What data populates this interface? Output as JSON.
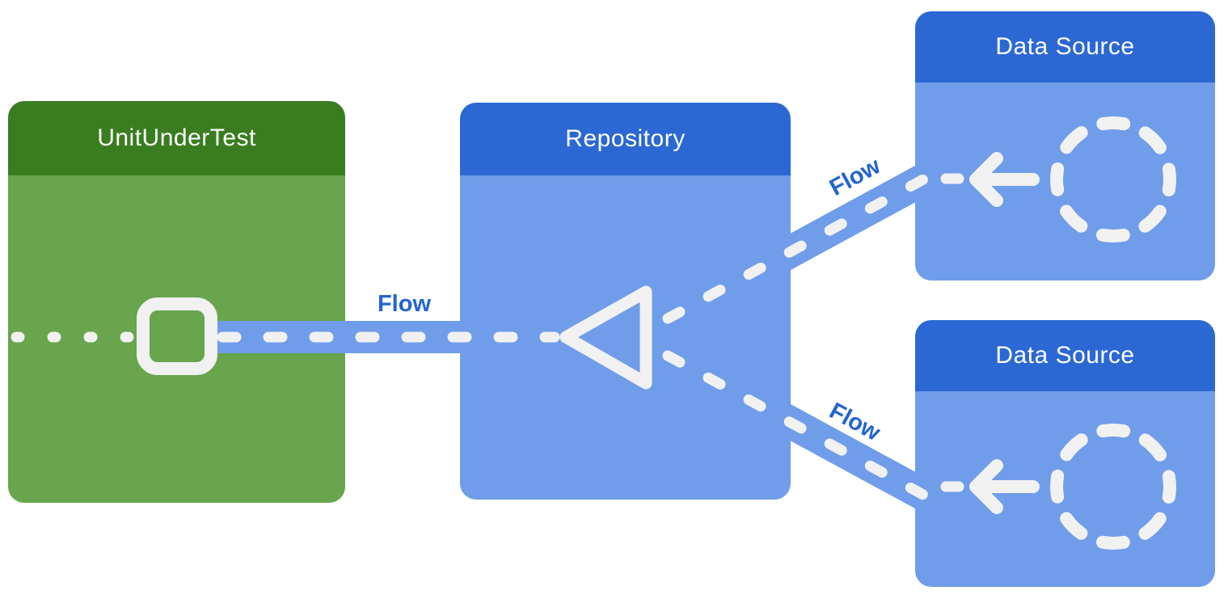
{
  "colors": {
    "green_header": "#3A7D21",
    "green_body": "#68A54D",
    "blue_header": "#2B68D3",
    "blue_body": "#709DE9",
    "flow_band": "#709DE9",
    "dash_white": "#F1F1F1",
    "flow_label_blue": "#2264D2",
    "background": "#FFFFFF",
    "header_text": "#FFFFFF"
  },
  "boxes": {
    "unit_under_test": {
      "label": "UnitUnderTest"
    },
    "repository": {
      "label": "Repository"
    },
    "data_source_top": {
      "label": "Data Source"
    },
    "data_source_bottom": {
      "label": "Data Source"
    }
  },
  "flow_labels": {
    "middle": "Flow",
    "top": "Flow",
    "bottom": "Flow"
  },
  "icons": {
    "square_outline": "square-outline-icon",
    "merge_triangle": "merge-triangle-icon",
    "left_arrow": "left-arrow-icon",
    "dashed_circle": "dashed-circle-icon",
    "dotted_line": "dotted-flow-line"
  }
}
